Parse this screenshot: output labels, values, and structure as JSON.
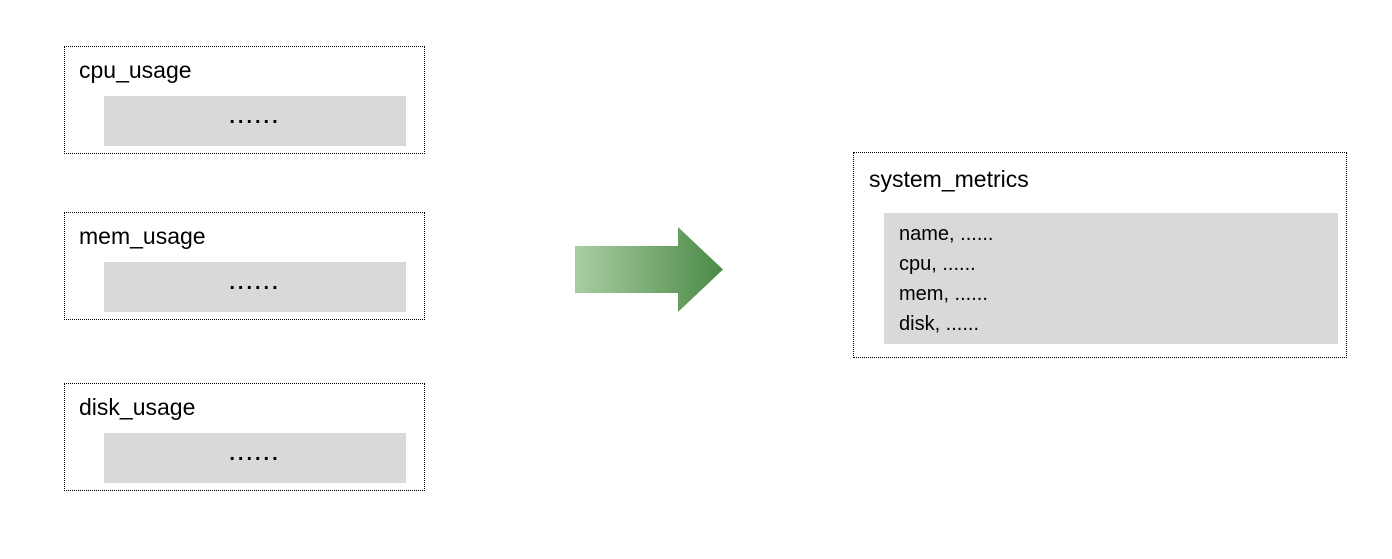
{
  "diagram": {
    "description": "Three per-metric usage tables merged into one system_metrics table",
    "source_tables": [
      {
        "label": "cpu_usage",
        "body_placeholder": "......"
      },
      {
        "label": "mem_usage",
        "body_placeholder": "......"
      },
      {
        "label": "disk_usage",
        "body_placeholder": "......"
      }
    ],
    "result_table": {
      "label": "system_metrics",
      "rows": [
        "name, ......",
        "cpu, ......",
        "mem, ......",
        "disk, ......"
      ]
    },
    "arrow": {
      "direction": "right",
      "gradient_start": "#a9cda2",
      "gradient_end": "#4b8a47"
    },
    "colors": {
      "background": "#ffffff",
      "panel_fill": "#d9d9d9",
      "border": "#000000",
      "text": "#000000"
    }
  }
}
